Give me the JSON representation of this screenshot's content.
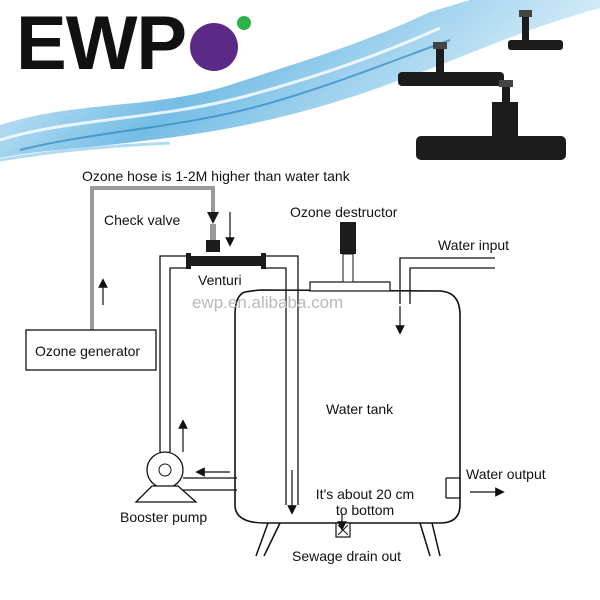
{
  "logo": {
    "brand_text": "EWP",
    "dot_color": "#5b2a86",
    "accent_dot_color": "#2db34a"
  },
  "watermark": "ewp.en.alibaba.com",
  "labels": {
    "ozone_hose_note": "Ozone hose is 1-2M higher than water tank",
    "check_valve": "Check valve",
    "ozone_destructor": "Ozone destructor",
    "water_input": "Water input",
    "venturi": "Venturi",
    "ozone_generator": "Ozone generator",
    "water_tank": "Water tank",
    "water_output": "Water output",
    "distance_note_line1": "It's about 20 cm",
    "distance_note_line2": "to bottom",
    "booster_pump": "Booster pump",
    "sewage_drain": "Sewage drain out"
  },
  "colors": {
    "line": "#111111",
    "ozone_hose": "#9a9a9a",
    "splash": "#4aa3d8",
    "venturi_body": "#1c1c1c"
  },
  "icons": [
    "water-splash",
    "venturi-injector-photo",
    "check-valve-icon",
    "booster-pump-icon",
    "ozone-destructor-icon"
  ]
}
